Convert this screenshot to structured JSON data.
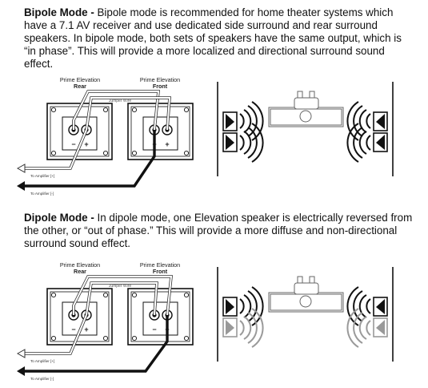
{
  "bipole": {
    "heading": "Bipole Mode -",
    "body": " Bipole mode is recommended for home theater systems which have a 7.1 AV receiver and use dedicated side surround and rear surround speakers.  In bipole mode, both sets of speakers have the same output, which is “in phase”.  This will provide a more localized and directional surround sound effect."
  },
  "dipole": {
    "heading": "Dipole Mode -",
    "body": " In dipole mode, one Elevation speaker is electrically reversed from the other, or “out of phase.”  This will provide a more diffuse and non-directional surround sound effect."
  },
  "diagram": {
    "rear_title": "Prime Elevation",
    "rear_sub": "Rear",
    "front_title": "Prime Elevation",
    "front_sub": "Front",
    "jumper": "Jumper Wire",
    "amp_pos": "To Amplifier [+]",
    "amp_neg": "To Amplifier [-]",
    "minus": "−",
    "plus": "+"
  },
  "colors": {
    "text": "#111111",
    "line": "#1a1a1a",
    "light_wave": "#9a9a9a"
  }
}
